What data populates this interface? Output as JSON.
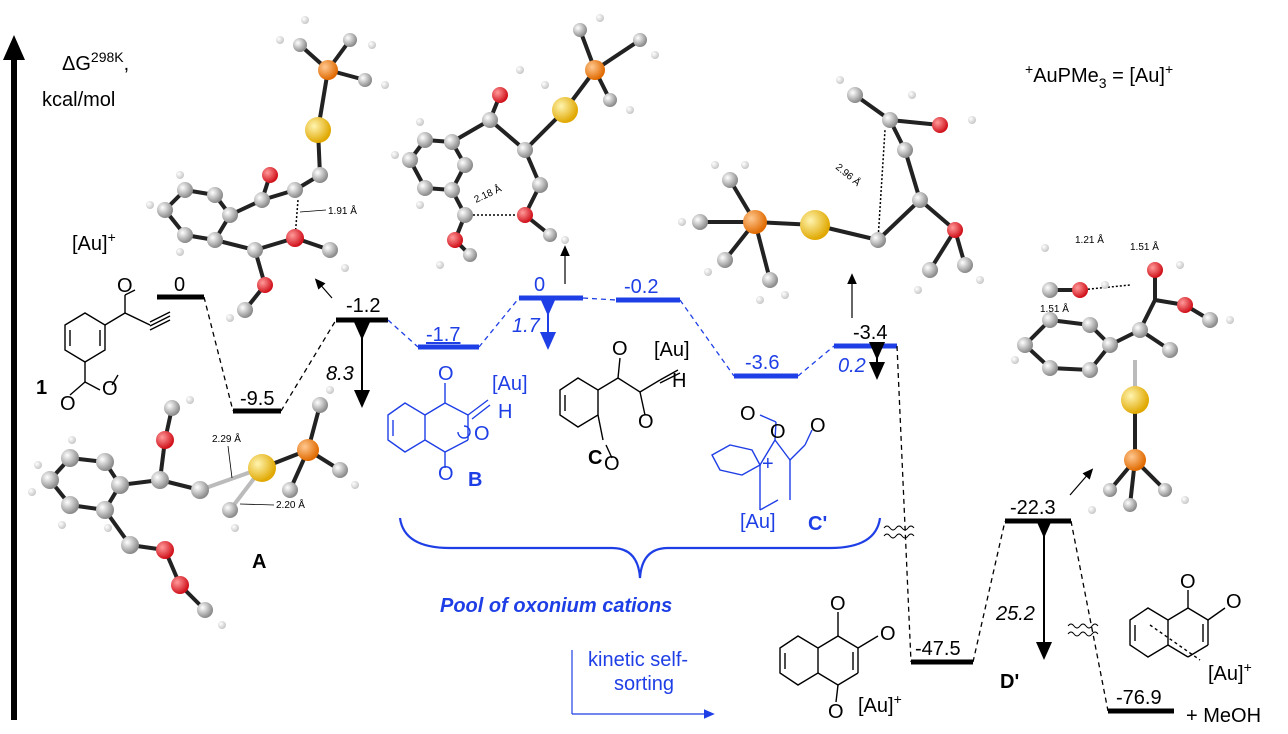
{
  "axis": {
    "label_line1": "ΔG",
    "label_sup": "298K",
    "label_comma": ",",
    "label_line2": "kcal/mol"
  },
  "legend": {
    "prefix": "+",
    "text": "AuPMe",
    "sub": "3",
    "eq": " = [Au]",
    "sup": "+"
  },
  "levels": [
    {
      "id": "start",
      "value": "0"
    },
    {
      "id": "A",
      "value": "-9.5"
    },
    {
      "id": "ts1",
      "value": "-1.2"
    },
    {
      "id": "B",
      "value": "-1.7"
    },
    {
      "id": "ts2",
      "value": "0"
    },
    {
      "id": "C",
      "value": "-0.2"
    },
    {
      "id": "Cp",
      "value": "-3.6"
    },
    {
      "id": "ts3",
      "value": "-3.4"
    },
    {
      "id": "Dp",
      "value": "-47.5"
    },
    {
      "id": "ts4",
      "value": "-22.3"
    },
    {
      "id": "prod",
      "value": "-76.9"
    }
  ],
  "barriers": {
    "b1": "8.3",
    "b2": "1.7",
    "b3": "0.2",
    "b4": "25.2"
  },
  "distances": {
    "d1": "1.91 Å",
    "d2": "2.18 Å",
    "d3": "2.96 Å",
    "d4": "2.29 Å",
    "d5": "2.20 Å",
    "d6": "1.21 Å",
    "d7": "1.51 Å",
    "d8": "1.51 Å"
  },
  "labels": {
    "au_cat_text": "[Au]",
    "au_cat_sup": "+",
    "cmpd1": "1",
    "A": "A",
    "B": "B",
    "C": "C",
    "Cp": "C'",
    "Dp": "D'",
    "au_B": "[Au]",
    "au_C": "[Au]",
    "au_Cp": "[Au]",
    "au_D": "[Au]",
    "au_D_sup": "+",
    "au_prod": "[Au]",
    "au_prod_sup": "+",
    "meoh": "+ MeOH",
    "H_B": "H",
    "H_C": "H",
    "pool": "Pool of oxonium cations",
    "kinetic1": "kinetic self-",
    "kinetic2": "sorting"
  },
  "colors": {
    "black": "#000000",
    "blue": "#1f3fe6",
    "red_atom": "#e0202a",
    "gold_atom": "#f0c020",
    "orange_atom": "#f07a1a",
    "grey_atom": "#b8b8b8"
  }
}
